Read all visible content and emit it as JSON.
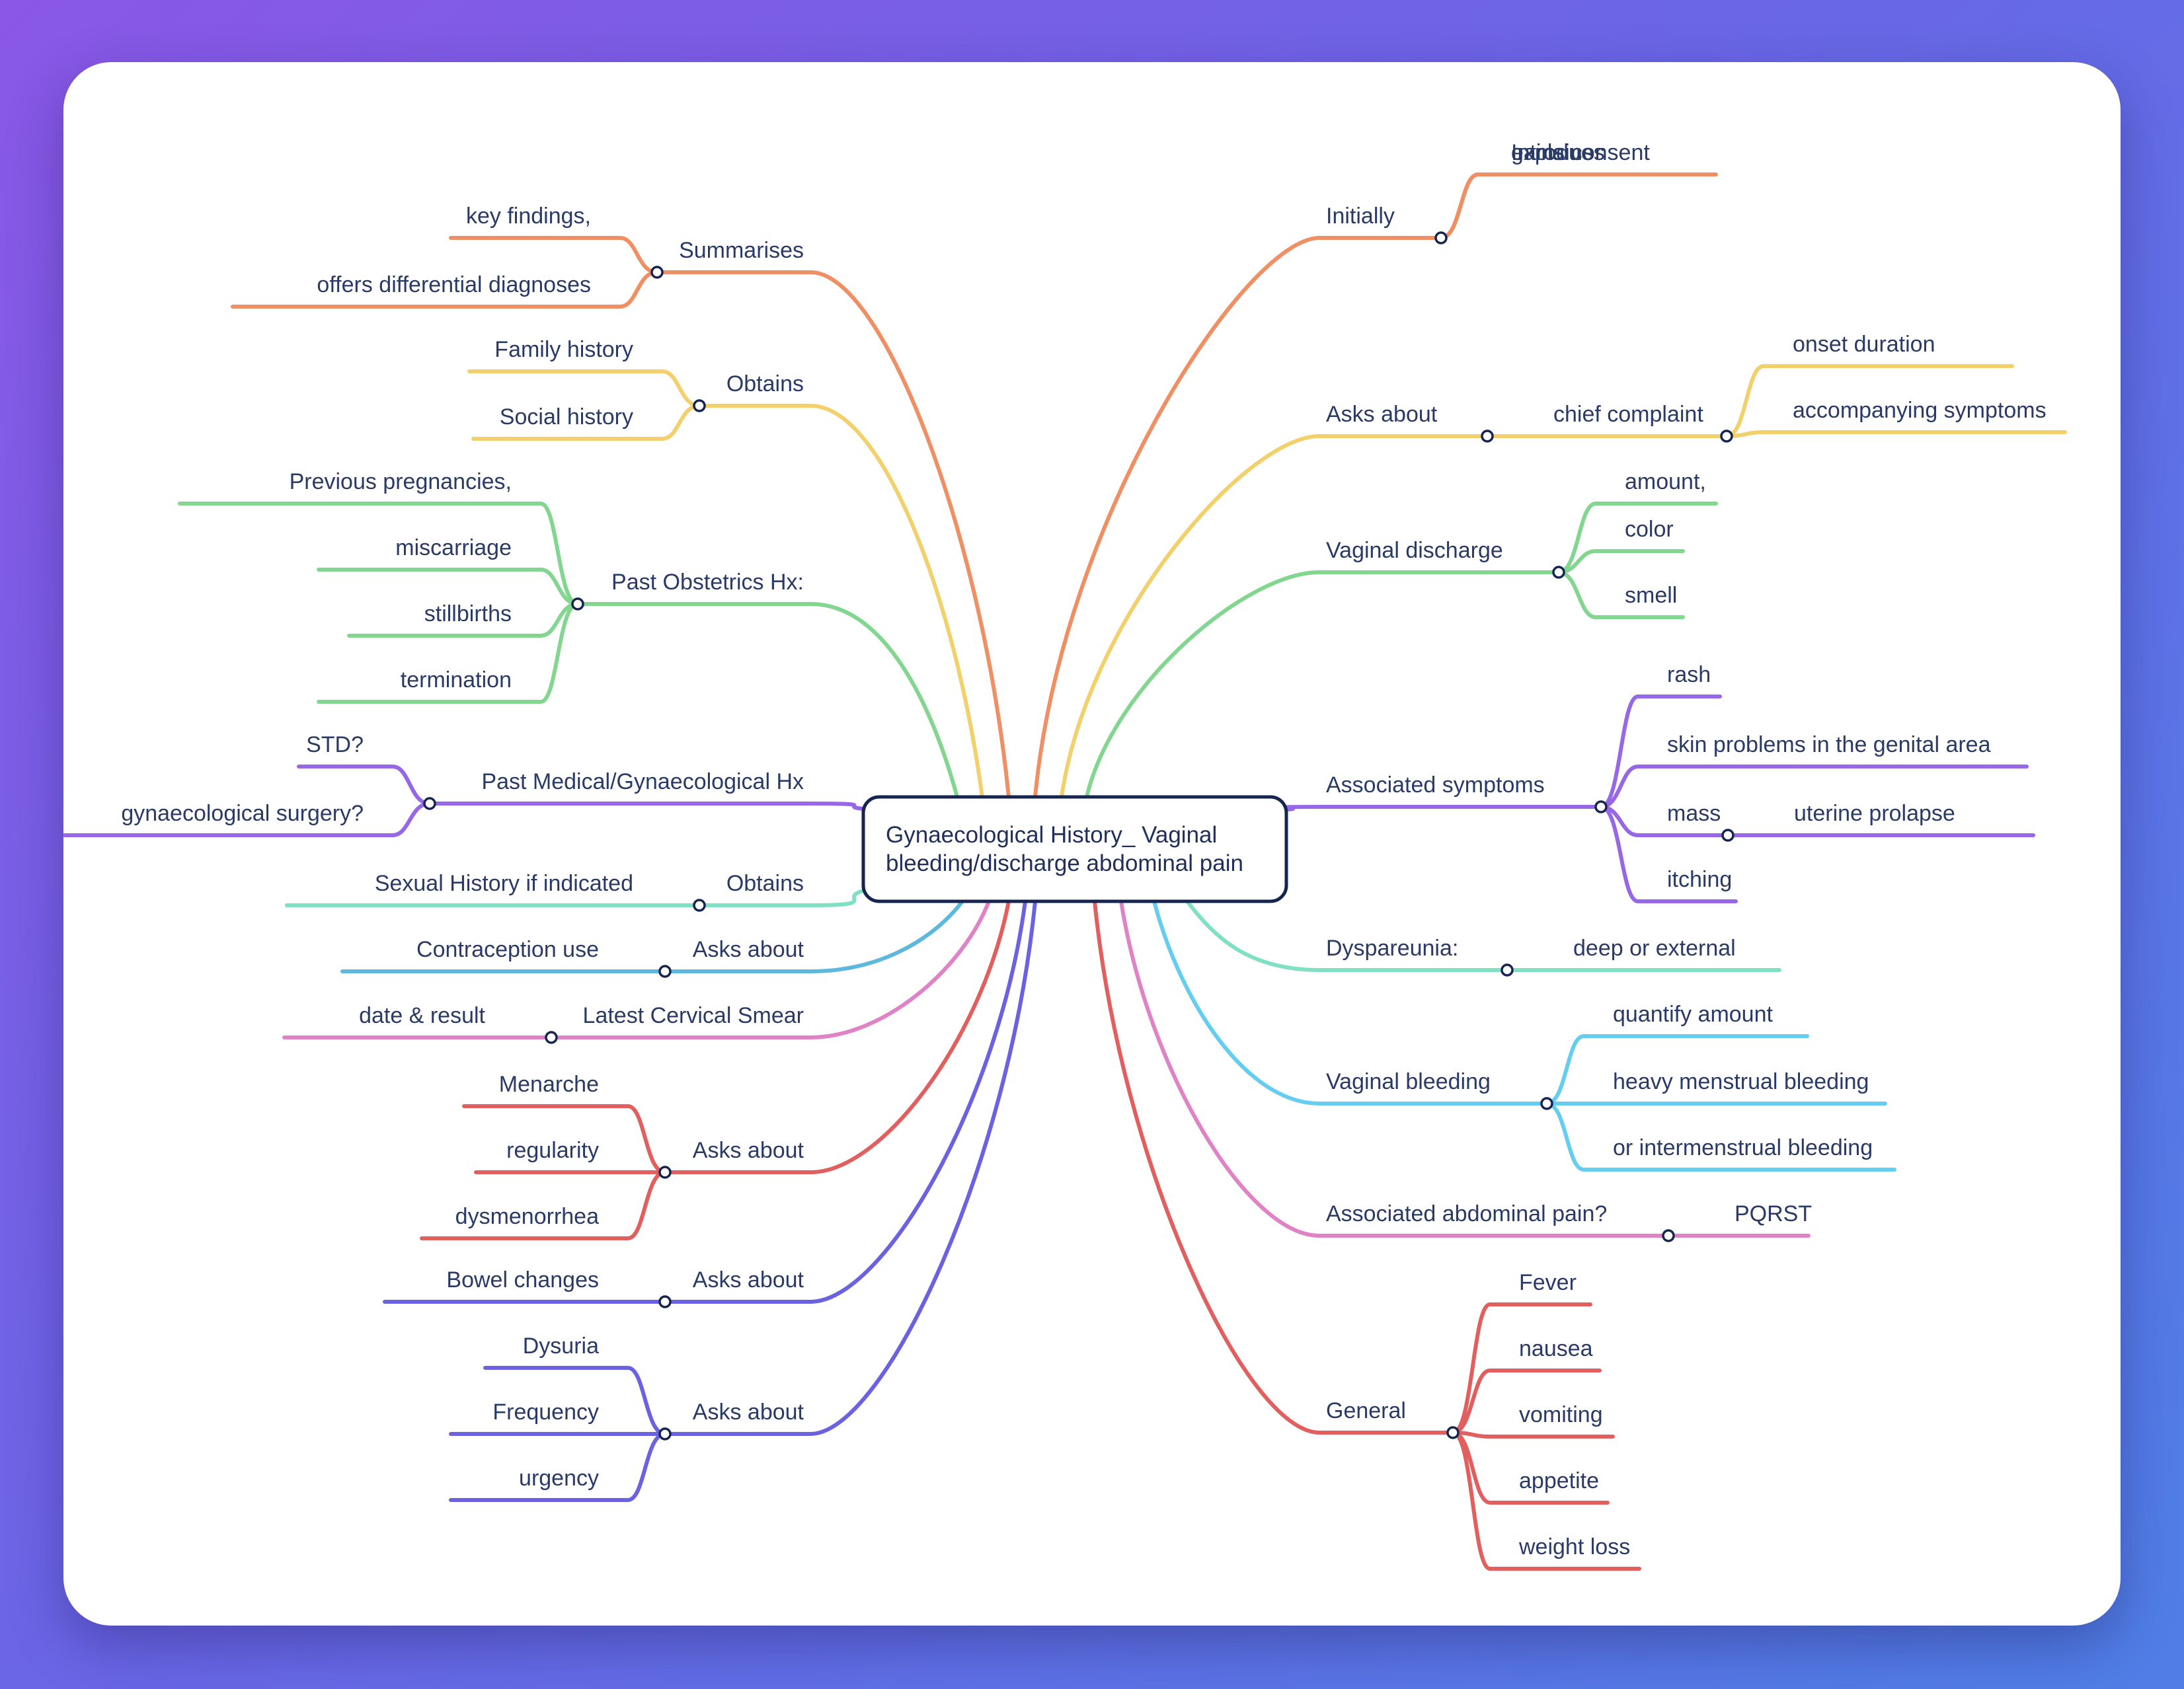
{
  "root": {
    "lines": [
      "Gynaecological History_ Vaginal",
      "bleeding/discharge abdominal pain"
    ],
    "border_color": "#15254f"
  },
  "colors": {
    "orange": "#ef8f63",
    "yellow": "#f2d06b",
    "green": "#82d68f",
    "purple": "#9668e8",
    "teal": "#7fe0c2",
    "cyan": "#64cdf0",
    "blue": "#5cb8dd",
    "pink": "#e083c6",
    "red": "#e25f5f",
    "indigo": "#6a62e0",
    "knob_stroke": "#15254f"
  },
  "branches": [
    {
      "side": "right",
      "color": "orange",
      "label": "Initially",
      "children": [
        {
          "label": "Introdues"
        },
        {
          "label": "explains"
        },
        {
          "label": "gains consent"
        }
      ]
    },
    {
      "side": "right",
      "color": "yellow",
      "label": "Asks about",
      "children": [
        {
          "label": "chief complaint",
          "children": [
            {
              "label": "onset duration"
            },
            {
              "label": "accompanying symptoms"
            }
          ]
        }
      ]
    },
    {
      "side": "right",
      "color": "green",
      "label": "Vaginal discharge",
      "children": [
        {
          "label": "amount,"
        },
        {
          "label": "color"
        },
        {
          "label": "smell"
        }
      ]
    },
    {
      "side": "right",
      "color": "purple",
      "label": "Associated symptoms",
      "children": [
        {
          "label": "rash"
        },
        {
          "label": "skin problems in the genital area"
        },
        {
          "label": "mass",
          "children": [
            {
              "label": "uterine prolapse"
            }
          ]
        },
        {
          "label": "itching"
        }
      ]
    },
    {
      "side": "right",
      "color": "teal",
      "label": "Dyspareunia:",
      "children": [
        {
          "label": "deep or external"
        }
      ]
    },
    {
      "side": "right",
      "color": "cyan",
      "label": "Vaginal bleeding",
      "children": [
        {
          "label": "quantify amount"
        },
        {
          "label": "heavy menstrual bleeding"
        },
        {
          "label": "or intermenstrual bleeding"
        }
      ]
    },
    {
      "side": "right",
      "color": "pink",
      "label": "Associated abdominal pain?",
      "children": [
        {
          "label": "PQRST"
        }
      ]
    },
    {
      "side": "right",
      "color": "red",
      "label": "General",
      "children": [
        {
          "label": "Fever"
        },
        {
          "label": "nausea"
        },
        {
          "label": "vomiting"
        },
        {
          "label": "appetite"
        },
        {
          "label": "weight loss"
        }
      ]
    },
    {
      "side": "left",
      "color": "orange",
      "label": "Summarises",
      "children": [
        {
          "label": "key findings,"
        },
        {
          "label": "offers differential diagnoses"
        }
      ]
    },
    {
      "side": "left",
      "color": "yellow",
      "label": "Obtains",
      "children": [
        {
          "label": "Family history"
        },
        {
          "label": "Social history"
        }
      ]
    },
    {
      "side": "left",
      "color": "green",
      "label": "Past Obstetrics Hx:",
      "children": [
        {
          "label": "Previous pregnancies,"
        },
        {
          "label": "miscarriage"
        },
        {
          "label": "stillbirths"
        },
        {
          "label": "termination"
        }
      ]
    },
    {
      "side": "left",
      "color": "purple",
      "label": "Past Medical/Gynaecological Hx",
      "children": [
        {
          "label": "STD?"
        },
        {
          "label": "gynaecological surgery?"
        }
      ]
    },
    {
      "side": "left",
      "color": "teal",
      "label": "Obtains",
      "children": [
        {
          "label": "Sexual History if indicated"
        }
      ]
    },
    {
      "side": "left",
      "color": "blue",
      "label": "Asks about",
      "children": [
        {
          "label": "Contraception use"
        }
      ]
    },
    {
      "side": "left",
      "color": "pink",
      "label": "Latest Cervical Smear",
      "children": [
        {
          "label": "date & result"
        }
      ]
    },
    {
      "side": "left",
      "color": "red",
      "label": "Asks about",
      "children": [
        {
          "label": "Menarche"
        },
        {
          "label": "regularity"
        },
        {
          "label": "dysmenorrhea"
        }
      ]
    },
    {
      "side": "left",
      "color": "indigo",
      "label": "Asks about",
      "children": [
        {
          "label": "Bowel changes"
        }
      ]
    },
    {
      "side": "left",
      "color": "indigo",
      "label": "Asks about",
      "children": [
        {
          "label": "Dysuria"
        },
        {
          "label": "Frequency"
        },
        {
          "label": "urgency"
        }
      ]
    }
  ]
}
